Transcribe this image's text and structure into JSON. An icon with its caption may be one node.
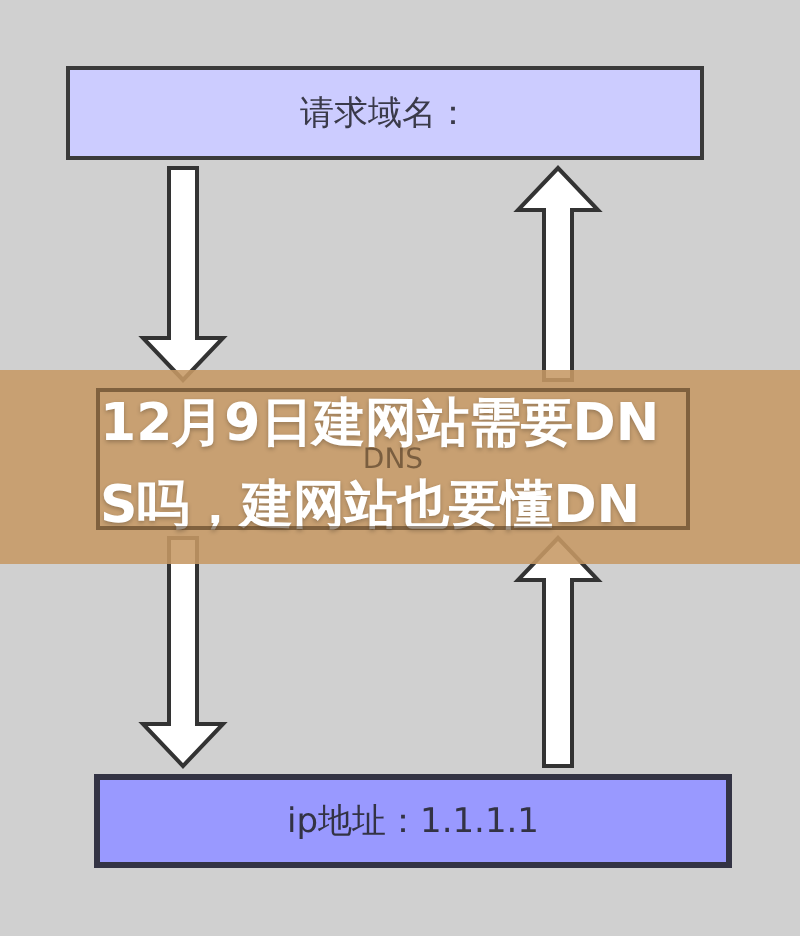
{
  "diagram": {
    "title": "12月9日建网站需要DNS吗，建网站也要懂DN",
    "nodes": [
      {
        "text": [
          "请求域名："
        ]
      },
      {
        "text": [
          "DNS"
        ]
      },
      {
        "text": [
          "ip地址：1.1.1.1"
        ]
      }
    ],
    "edges": [
      {
        "from": 0,
        "to": 1,
        "arrow": "to"
      },
      {
        "from": 1,
        "to": 0,
        "arrow": "to"
      },
      {
        "from": 1,
        "to": 2,
        "arrow": "to"
      },
      {
        "from": 2,
        "to": 1,
        "arrow": "to"
      }
    ]
  }
}
